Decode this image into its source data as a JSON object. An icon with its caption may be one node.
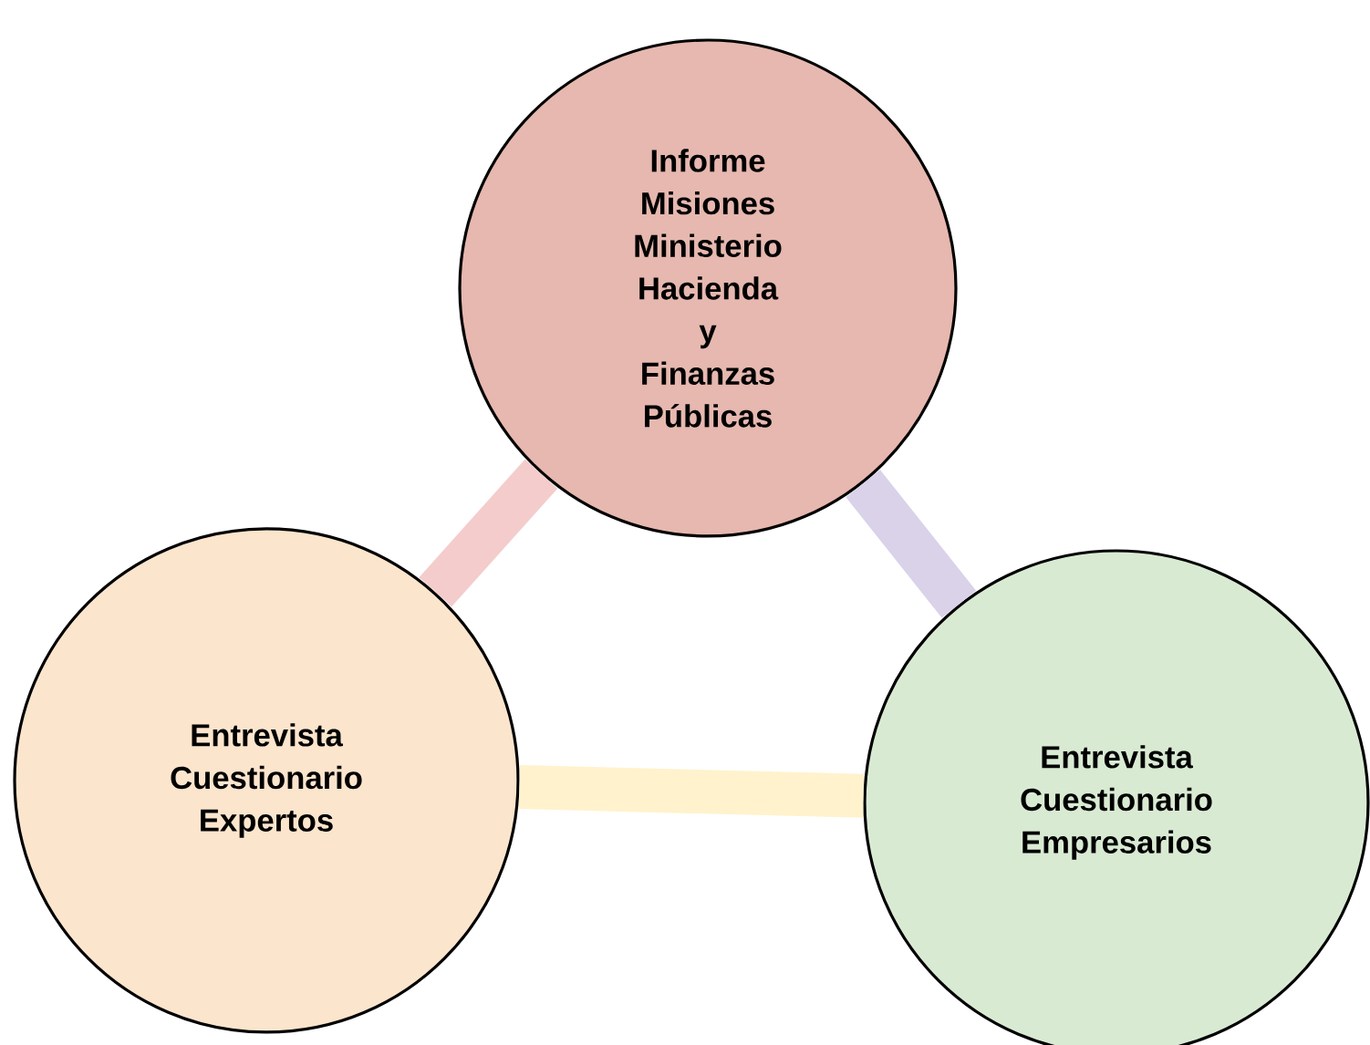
{
  "diagram": {
    "nodes": [
      {
        "text": [
          "Informe Misiones Ministerio Hacienda y Finanzas Públicas"
        ]
      },
      {
        "text": [
          "Entrevista Cuestionario Expertos"
        ]
      },
      {
        "text": [
          "Entrevista Cuestionario Empresarios"
        ]
      }
    ],
    "edges": [
      {
        "from": 0,
        "to": 1,
        "arrow": "none",
        "color": "#f4cccc"
      },
      {
        "from": 0,
        "to": 2,
        "arrow": "none",
        "color": "#d9d2e9"
      },
      {
        "from": 1,
        "to": 2,
        "arrow": "none",
        "color": "#fff2cc"
      }
    ]
  }
}
